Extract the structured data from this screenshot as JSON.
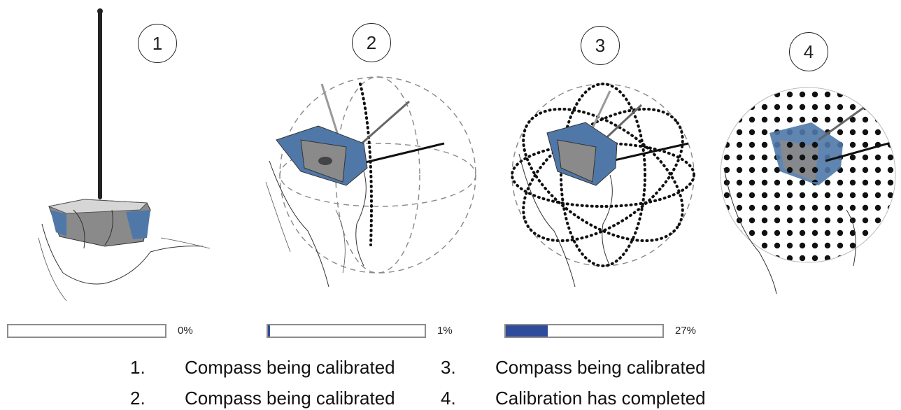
{
  "steps": [
    {
      "number": "1",
      "percent_label": "0%",
      "progress": 0.0,
      "show_progress": true
    },
    {
      "number": "2",
      "percent_label": "1%",
      "progress": 0.01,
      "show_progress": true
    },
    {
      "number": "3",
      "percent_label": "27%",
      "progress": 0.27,
      "show_progress": true
    },
    {
      "number": "4",
      "percent_label": "",
      "progress": 1.0,
      "show_progress": false
    }
  ],
  "legend": [
    {
      "num": "1.",
      "text": "Compass being calibrated"
    },
    {
      "num": "2.",
      "text": "Compass being calibrated"
    },
    {
      "num": "3.",
      "text": "Compass being calibrated"
    },
    {
      "num": "4.",
      "text": "Calibration has completed"
    }
  ],
  "colors": {
    "device_blue": "#4f78a8",
    "device_gray": "#8a8a8a",
    "progress_fill": "#2f4b9b",
    "progress_border": "#8d8d8d"
  }
}
